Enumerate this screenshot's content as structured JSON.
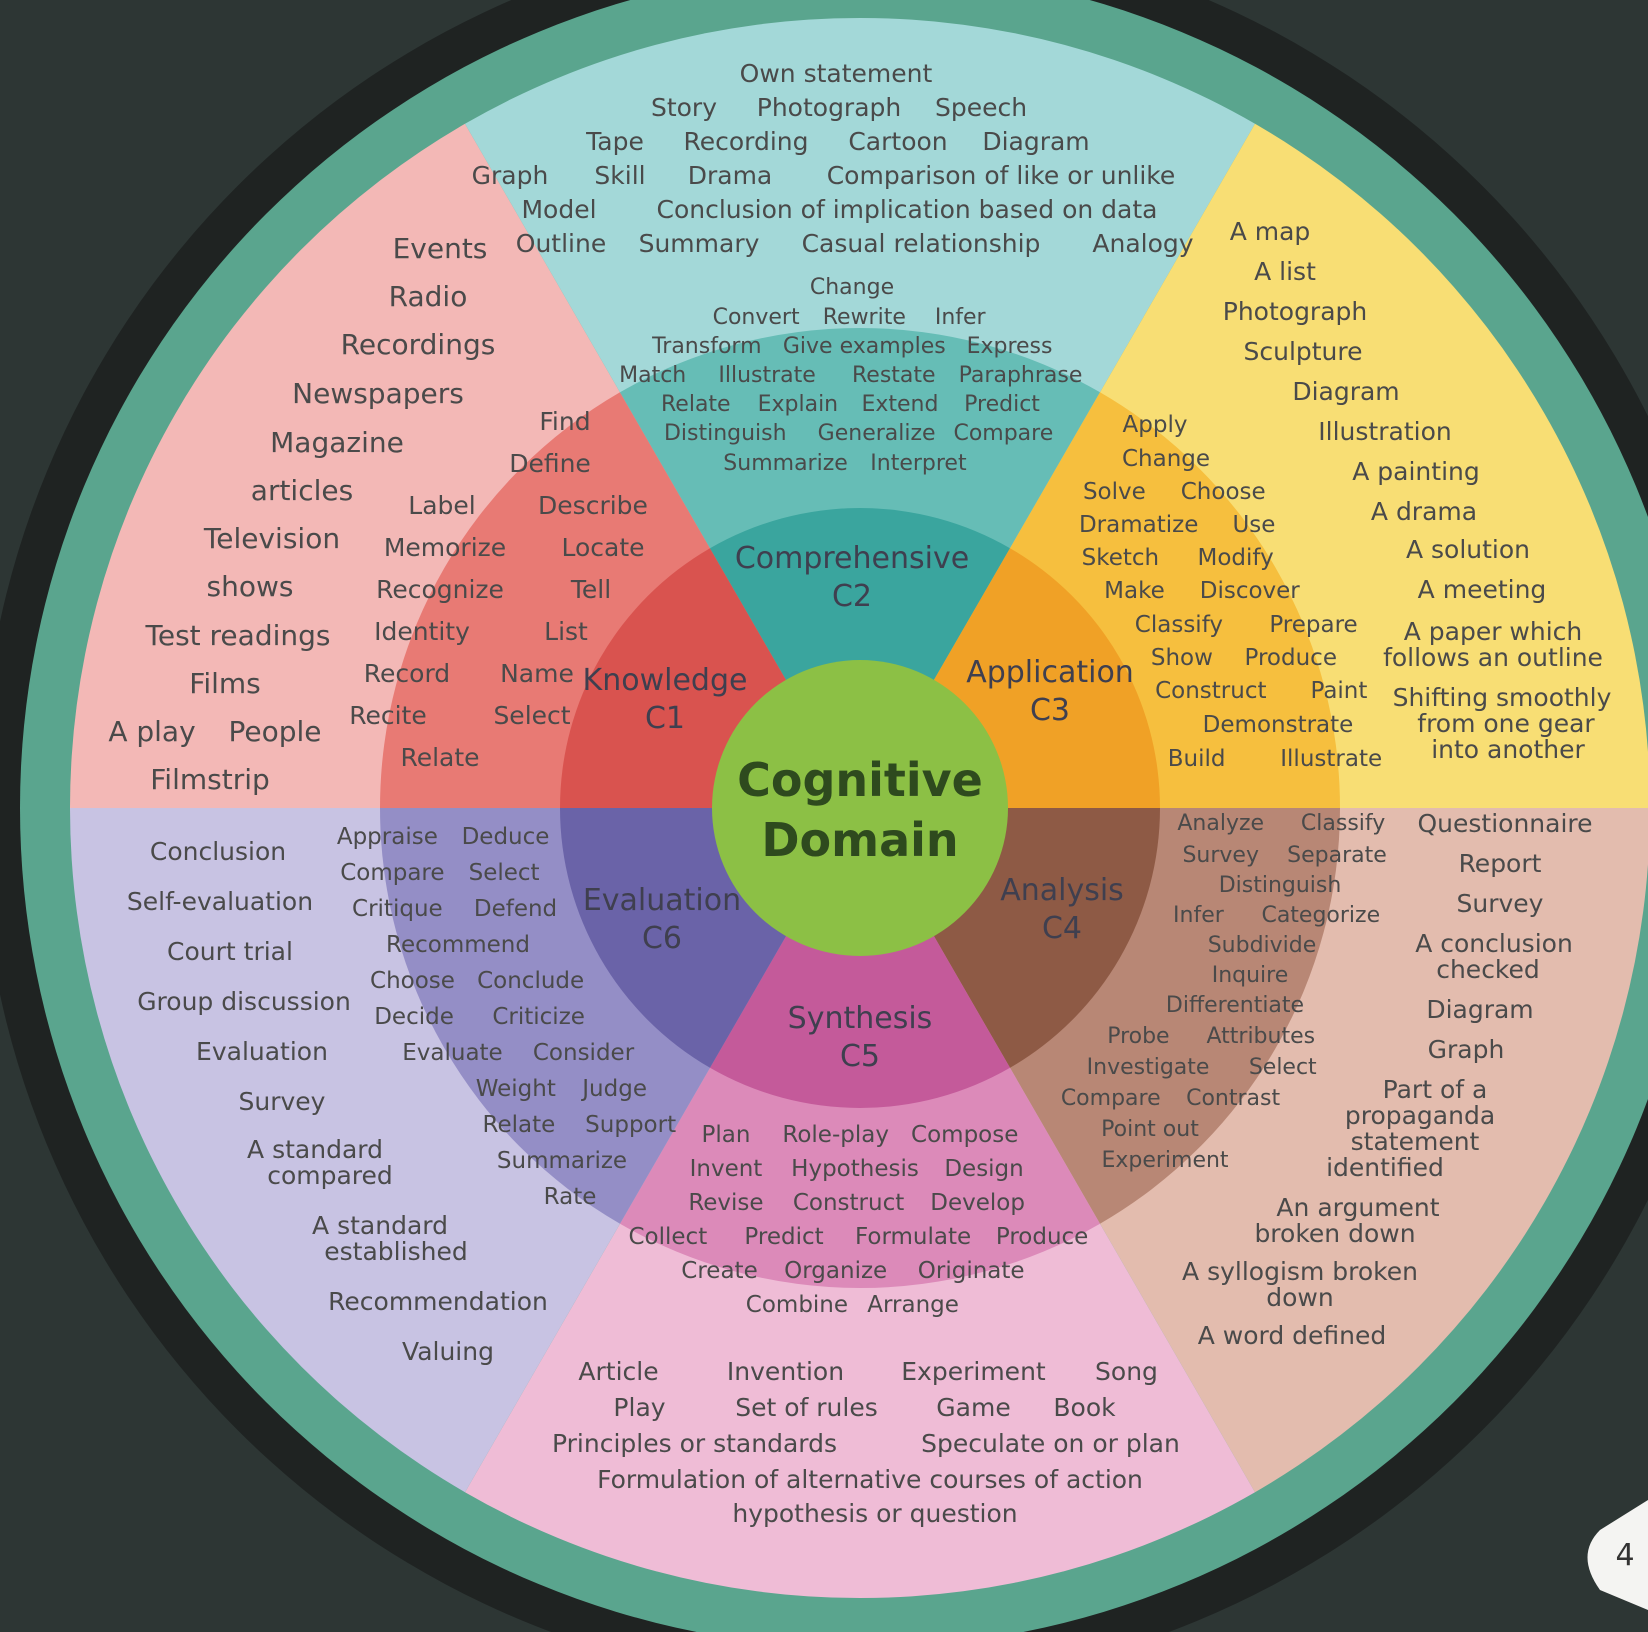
{
  "center": {
    "title_line1": "Cognitive",
    "title_line2": "Domain",
    "color": "#8cc045",
    "title_color": "#2e4a1e"
  },
  "ring_colors": {
    "outer_band": "#5aa58e",
    "background": "#2d3634"
  },
  "sections": [
    {
      "key": "knowledge",
      "name": "Knowledge",
      "code": "C1",
      "colors": {
        "inner": "#d9534f",
        "mid": "#e87a74",
        "outer": "#f3b8b6"
      },
      "verbs": [
        "Find",
        "Define",
        "Label",
        "Describe",
        "Memorize",
        "Locate",
        "Recognize",
        "Tell",
        "Identity",
        "List",
        "Record",
        "Name",
        "Recite",
        "Select",
        "Relate"
      ],
      "products": [
        "Events",
        "Radio",
        "Recordings",
        "Newspapers",
        "Magazine",
        "articles",
        "Television",
        "shows",
        "Test readings",
        "Films",
        "A play",
        "People",
        "Filmstrip"
      ]
    },
    {
      "key": "comprehension",
      "name": "Comprehensive",
      "code": "C2",
      "colors": {
        "inner": "#3aa59e",
        "mid": "#66bdb6",
        "outer": "#a3d8d8"
      },
      "verbs": [
        "Change",
        "Convert",
        "Rewrite",
        "Infer",
        "Transform",
        "Give examples",
        "Express",
        "Match",
        "Illustrate",
        "Restate",
        "Paraphrase",
        "Relate",
        "Explain",
        "Extend",
        "Predict",
        "Distinguish",
        "Generalize",
        "Compare",
        "Summarize",
        "Interpret"
      ],
      "products": [
        "Own statement",
        "Story",
        "Photograph",
        "Speech",
        "Tape",
        "Recording",
        "Cartoon",
        "Diagram",
        "Graph",
        "Skill",
        "Drama",
        "Comparison of like or unlike",
        "Model",
        "Conclusion of implication based on data",
        "Outline",
        "Summary",
        "Casual relationship",
        "Analogy"
      ]
    },
    {
      "key": "application",
      "name": "Application",
      "code": "C3",
      "colors": {
        "inner": "#f0a126",
        "mid": "#f6bf3e",
        "outer": "#f8de74"
      },
      "verbs": [
        "Apply",
        "Change",
        "Solve",
        "Choose",
        "Dramatize",
        "Use",
        "Sketch",
        "Modify",
        "Make",
        "Discover",
        "Classify",
        "Prepare",
        "Show",
        "Produce",
        "Construct",
        "Paint",
        "Demonstrate",
        "Build",
        "Illustrate"
      ],
      "products": [
        "A map",
        "A list",
        "Photograph",
        "Sculpture",
        "Diagram",
        "Illustration",
        "A painting",
        "A drama",
        "A solution",
        "A meeting",
        "A paper which",
        "follows an outline",
        "Shifting smoothly",
        "from one gear",
        "into another"
      ]
    },
    {
      "key": "analysis",
      "name": "Analysis",
      "code": "C4",
      "colors": {
        "inner": "#8e5a45",
        "mid": "#b88775",
        "outer": "#e3bcae"
      },
      "verbs": [
        "Analyze",
        "Classify",
        "Survey",
        "Separate",
        "Distinguish",
        "Infer",
        "Categorize",
        "Subdivide",
        "Inquire",
        "Differentiate",
        "Probe",
        "Attributes",
        "Investigate",
        "Select",
        "Compare",
        "Contrast",
        "Point out",
        "Experiment"
      ],
      "products": [
        "Questionnaire",
        "Report",
        "Survey",
        "A conclusion",
        "checked",
        "Diagram",
        "Graph",
        "Part of a",
        "propaganda",
        "statement",
        "identified",
        "An argument",
        "broken down",
        "A syllogism broken",
        "down",
        "A word defined"
      ]
    },
    {
      "key": "synthesis",
      "name": "Synthesis",
      "code": "C5",
      "colors": {
        "inner": "#c45a9a",
        "mid": "#dc8ab9",
        "outer": "#efbcd6"
      },
      "verbs": [
        "Plan",
        "Role-play",
        "Compose",
        "Invent",
        "Hypothesis",
        "Design",
        "Revise",
        "Construct",
        "Develop",
        "Collect",
        "Predict",
        "Formulate",
        "Produce",
        "Create",
        "Organize",
        "Originate",
        "Combine",
        "Arrange"
      ],
      "products": [
        "Article",
        "Invention",
        "Experiment",
        "Song",
        "Play",
        "Set of rules",
        "Game",
        "Book",
        "Principles or standards",
        "Speculate on or plan",
        "Formulation of alternative courses of action",
        "hypothesis or question"
      ]
    },
    {
      "key": "evaluation",
      "name": "Evaluation",
      "code": "C6",
      "colors": {
        "inner": "#6a63a8",
        "mid": "#948ec6",
        "outer": "#c8c3e3"
      },
      "verbs": [
        "Appraise",
        "Deduce",
        "Compare",
        "Select",
        "Critique",
        "Defend",
        "Recommend",
        "Choose",
        "Conclude",
        "Decide",
        "Criticize",
        "Evaluate",
        "Consider",
        "Weight",
        "Judge",
        "Relate",
        "Support",
        "Summarize",
        "Rate"
      ],
      "products": [
        "Conclusion",
        "Self-evaluation",
        "Court trial",
        "Group discussion",
        "Evaluation",
        "Survey",
        "A standard",
        "compared",
        "A standard",
        "established",
        "Recommendation",
        "Valuing"
      ]
    }
  ],
  "page_number": "4"
}
